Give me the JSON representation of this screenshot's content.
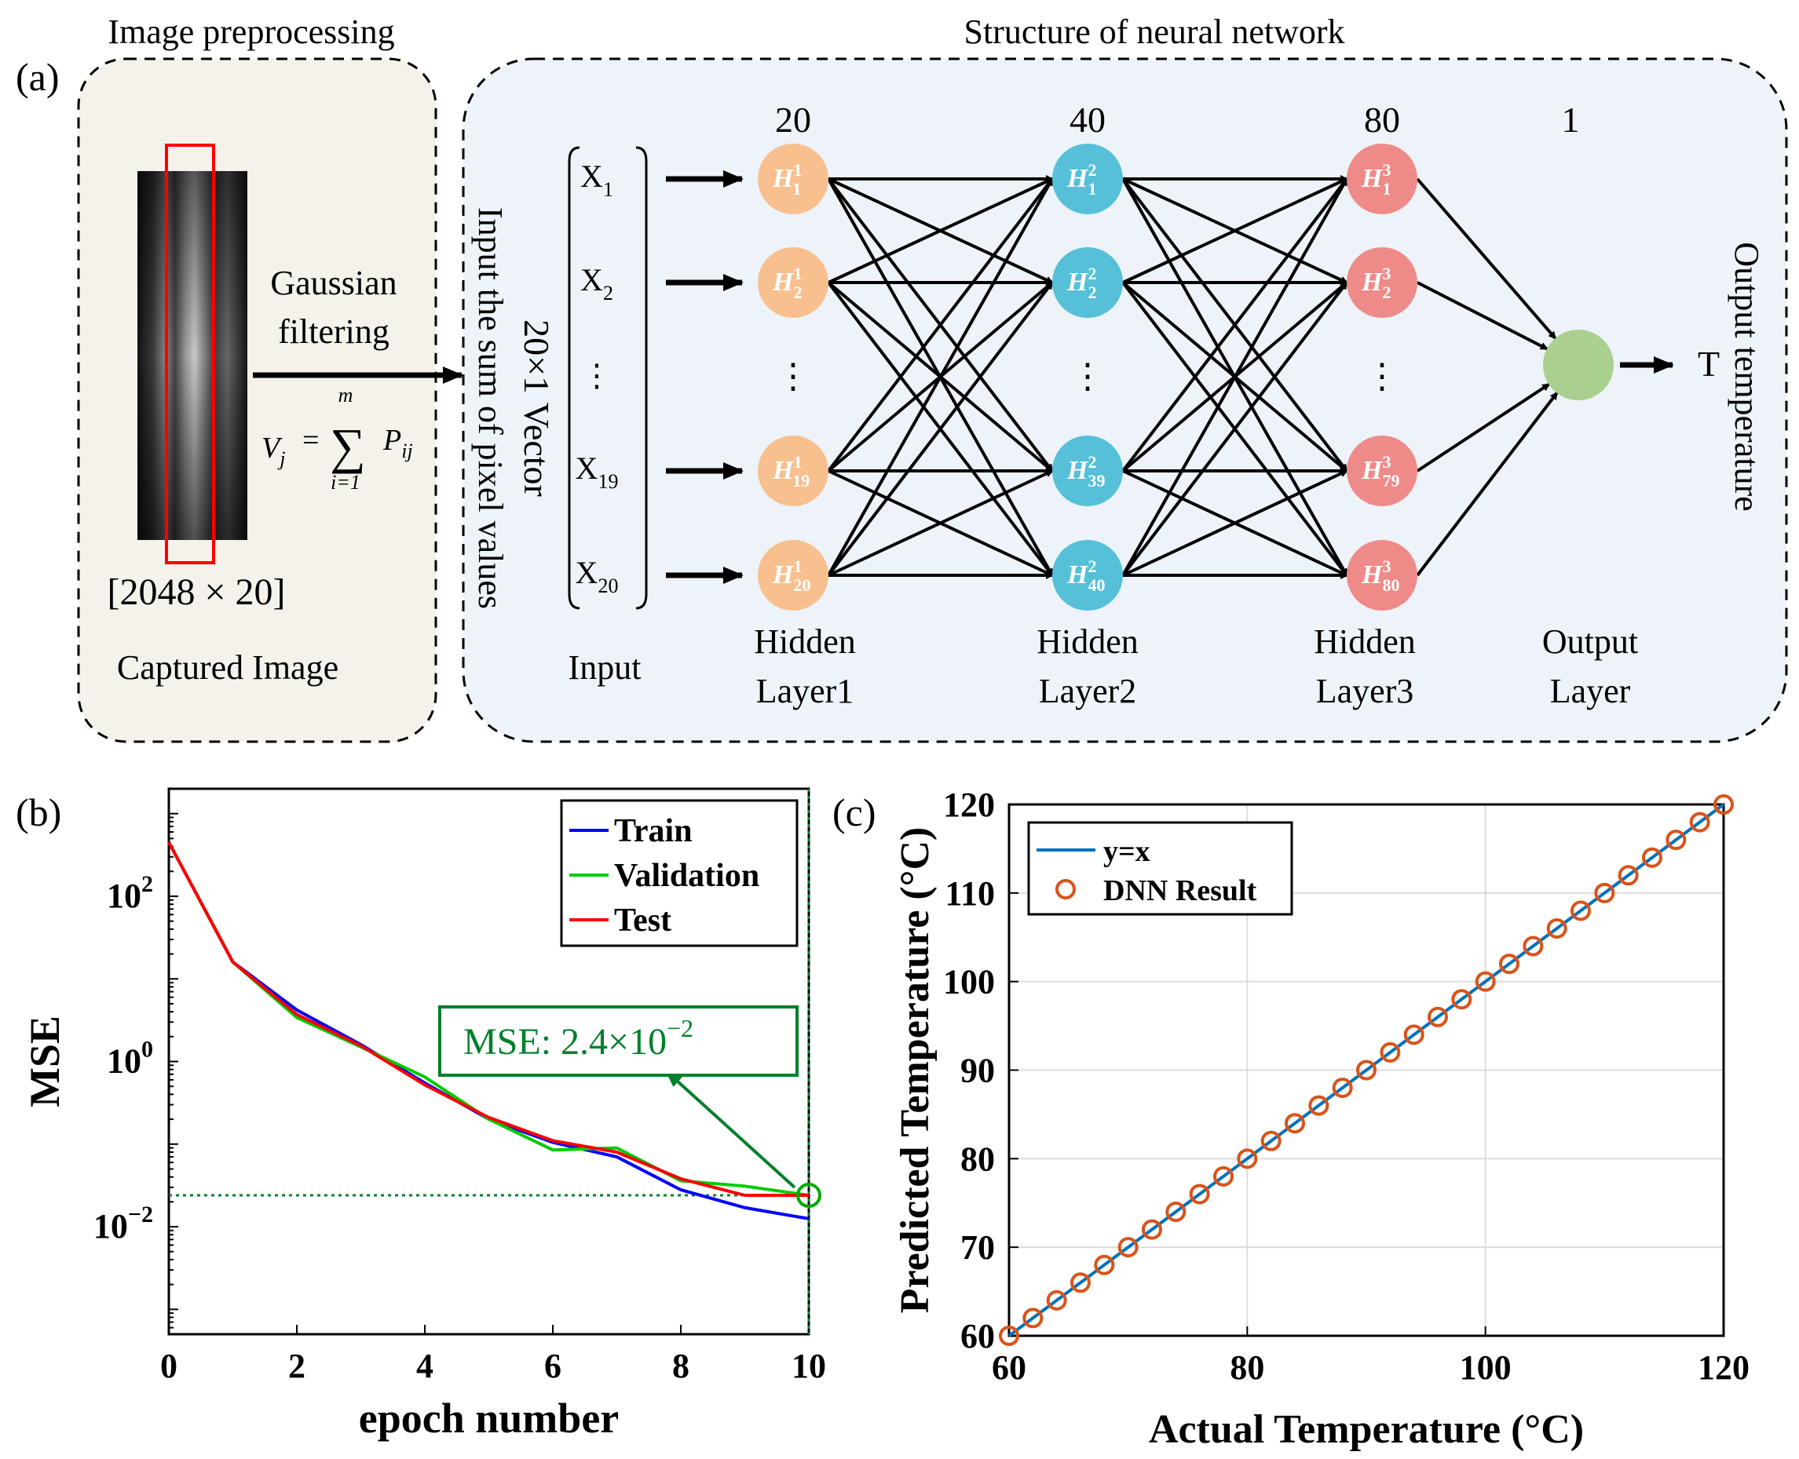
{
  "panel_a": {
    "label": "(a)",
    "preprocess": {
      "title": "Image preprocessing",
      "filter_line1": "Gaussian",
      "filter_line2": "filtering",
      "formula_lhs": "V",
      "formula_lhs_sub": "j",
      "formula_eq": "=",
      "sum_top": "m",
      "sum_bottom": "i=1",
      "formula_rhs": "P",
      "formula_rhs_sub": "ij",
      "size_label": "[2048 × 20]",
      "caption": "Captured Image"
    },
    "network": {
      "title": "Structure of neural network",
      "vector_label_1": "20×1 Vector",
      "vector_label_2": "Input the sum of pixel values",
      "output_side_label": "Output temperature",
      "inputs": [
        {
          "base": "X",
          "sub": "1"
        },
        {
          "base": "X",
          "sub": "2"
        },
        {
          "base": "⋮",
          "sub": ""
        },
        {
          "base": "X",
          "sub": "19"
        },
        {
          "base": "X",
          "sub": "20"
        }
      ],
      "layer_sizes": [
        "20",
        "40",
        "80",
        "1"
      ],
      "layers": [
        {
          "color": "#f8c08f",
          "nodes": [
            {
              "sup": "1",
              "sub": "1"
            },
            {
              "sup": "1",
              "sub": "2"
            },
            {
              "sup": "1",
              "sub": "19"
            },
            {
              "sup": "1",
              "sub": "20"
            }
          ]
        },
        {
          "color": "#55c0d8",
          "nodes": [
            {
              "sup": "2",
              "sub": "1"
            },
            {
              "sup": "2",
              "sub": "2"
            },
            {
              "sup": "2",
              "sub": "39"
            },
            {
              "sup": "2",
              "sub": "40"
            }
          ]
        },
        {
          "color": "#ee8a88",
          "nodes": [
            {
              "sup": "3",
              "sub": "1"
            },
            {
              "sup": "3",
              "sub": "2"
            },
            {
              "sup": "3",
              "sub": "79"
            },
            {
              "sup": "3",
              "sub": "80"
            }
          ]
        }
      ],
      "node_symbol": "H",
      "vdots": "⋮",
      "output_node_color": "#a9d08e",
      "output_symbol": "T",
      "captions": {
        "input": "Input",
        "h1_line1": "Hidden",
        "h1_line2": "Layer1",
        "h2_line1": "Hidden",
        "h2_line2": "Layer2",
        "h3_line1": "Hidden",
        "h3_line2": "Layer3",
        "out_line1": "Output",
        "out_line2": "Layer"
      }
    }
  },
  "chart_data": [
    {
      "panel": "(b)",
      "type": "line",
      "xlabel": "epoch number",
      "ylabel": "MSE",
      "y_scale": "log",
      "xlim": [
        0,
        10
      ],
      "ylim": [
        0.0005,
        2000
      ],
      "xticks": [
        "0",
        "2",
        "4",
        "6",
        "8",
        "10"
      ],
      "yticks": [
        {
          "base": "10",
          "exp": "2",
          "value": 100
        },
        {
          "base": "10",
          "exp": "0",
          "value": 1
        },
        {
          "base": "10",
          "exp": "−2",
          "value": 0.01
        }
      ],
      "x": [
        0,
        1,
        2,
        3,
        4,
        5,
        6,
        7,
        8,
        9,
        10
      ],
      "series": [
        {
          "name": "Train",
          "color": "#0000ff",
          "values": [
            450,
            16,
            4.2,
            1.6,
            0.55,
            0.2,
            0.105,
            0.07,
            0.028,
            0.017,
            0.0125
          ]
        },
        {
          "name": "Validation",
          "color": "#00cc00",
          "values": [
            450,
            16,
            3.4,
            1.5,
            0.65,
            0.2,
            0.085,
            0.09,
            0.036,
            0.031,
            0.024
          ]
        },
        {
          "name": "Test",
          "color": "#ff0000",
          "values": [
            450,
            16,
            3.7,
            1.55,
            0.52,
            0.21,
            0.11,
            0.08,
            0.038,
            0.024,
            0.024
          ]
        }
      ],
      "best_point": {
        "x": 10,
        "y": 0.024
      },
      "annotation": {
        "text_prefix": "MSE: 2.4×10",
        "text_exp": "−2",
        "color": "#00802b"
      },
      "legend_position": "top-right",
      "grid": false
    },
    {
      "panel": "(c)",
      "type": "scatter",
      "xlabel": "Actual Temperature (°C)",
      "ylabel": "Predicted Temperature (°C)",
      "xlim": [
        60,
        120
      ],
      "ylim": [
        60,
        120
      ],
      "xticks": [
        "60",
        "80",
        "100",
        "120"
      ],
      "yticks": [
        "60",
        "70",
        "80",
        "90",
        "100",
        "110",
        "120"
      ],
      "series": [
        {
          "name": "y=x",
          "color": "#0072bd",
          "kind": "line",
          "x": [
            60,
            120
          ],
          "values": [
            60,
            120
          ]
        },
        {
          "name": "DNN Result",
          "color": "#d95319",
          "kind": "scatter",
          "x": [
            60,
            62,
            64,
            66,
            68,
            70,
            72,
            74,
            76,
            78,
            80,
            82,
            84,
            86,
            88,
            90,
            92,
            94,
            96,
            98,
            100,
            102,
            104,
            106,
            108,
            110,
            112,
            114,
            116,
            118,
            120
          ],
          "values": [
            60,
            62,
            64,
            66,
            68,
            70,
            72,
            74,
            76,
            78,
            80,
            82,
            84,
            86,
            88,
            90,
            92,
            94,
            96,
            98,
            100,
            102,
            104,
            106,
            108,
            110,
            112,
            114,
            116,
            118,
            120
          ]
        }
      ],
      "legend_position": "top-left",
      "grid": true
    }
  ]
}
